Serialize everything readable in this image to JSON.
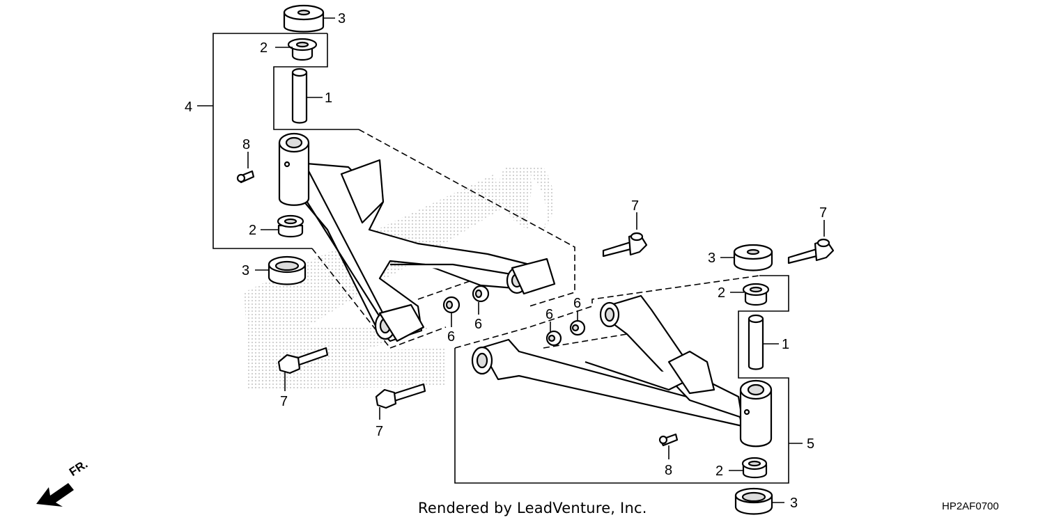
{
  "diagram": {
    "callouts": {
      "c1a": "1",
      "c1b": "1",
      "c2a": "2",
      "c2b": "2",
      "c2c": "2",
      "c2d": "2",
      "c3a": "3",
      "c3b": "3",
      "c3c": "3",
      "c3d": "3",
      "c4": "4",
      "c5": "5",
      "c6a": "6",
      "c6b": "6",
      "c6c": "6",
      "c6d": "6",
      "c7a": "7",
      "c7b": "7",
      "c7c": "7",
      "c7d": "7",
      "c8a": "8",
      "c8b": "8"
    },
    "direction_label": "FR.",
    "footer_text": "Rendered by LeadVenture, Inc.",
    "diagram_code": "HP2AF0700"
  },
  "colors": {
    "line": "#000000",
    "watermark": "#c8c8c8",
    "background": "#ffffff"
  }
}
